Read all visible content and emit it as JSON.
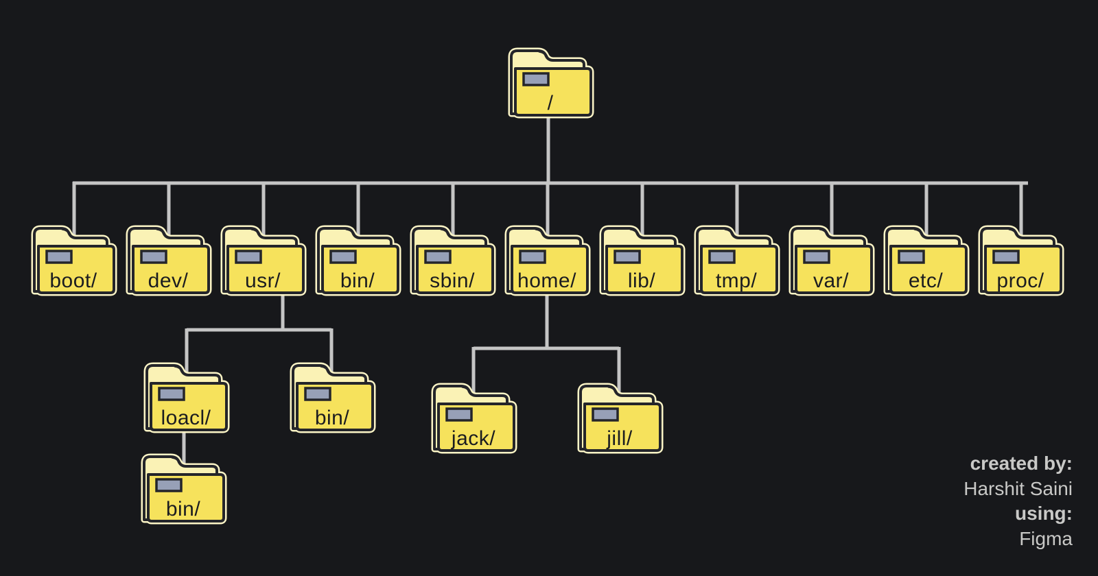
{
  "tree": {
    "root": {
      "label": "/"
    },
    "children": [
      {
        "label": "boot/"
      },
      {
        "label": "dev/"
      },
      {
        "label": "usr/"
      },
      {
        "label": "bin/"
      },
      {
        "label": "sbin/"
      },
      {
        "label": "home/"
      },
      {
        "label": "lib/"
      },
      {
        "label": "tmp/"
      },
      {
        "label": "var/"
      },
      {
        "label": "etc/"
      },
      {
        "label": "proc/"
      }
    ],
    "usr_children": [
      {
        "label": "loacl/"
      },
      {
        "label": "bin/"
      }
    ],
    "loacl_children": [
      {
        "label": "bin/"
      }
    ],
    "home_children": [
      {
        "label": "jack/"
      },
      {
        "label": "jill/"
      }
    ]
  },
  "credits": {
    "created_by_label": "created by:",
    "author": "Harshit Saini",
    "using_label": "using:",
    "tool": "Figma"
  },
  "icons": {
    "node_icon": "folder-icon"
  },
  "colors": {
    "background": "#17181B",
    "line": "#C5C5C5",
    "folder_front": "#F6E25C",
    "folder_back": "#FAF2B5",
    "folder_halo": "#FBF4C6",
    "outline": "#24252A",
    "label_plate": "#97A0B7",
    "folder_text": "#1B1C20",
    "credits_text": "#C9C9C7"
  }
}
